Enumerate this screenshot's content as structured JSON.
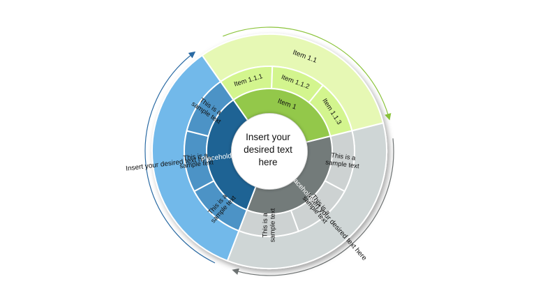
{
  "center": {
    "lines": [
      "Insert your",
      "desired text",
      "here"
    ]
  },
  "rings": {
    "outer": [
      {
        "label": "Item 1.1",
        "color": "#e6f8b4"
      },
      {
        "label": "Insert your desired text here",
        "color": "#cfd6d6"
      },
      {
        "label": "Insert your desired text here",
        "color": "#72b9ea"
      }
    ],
    "middle": [
      {
        "label": "Item 1.1.1",
        "color": "#d3f58e"
      },
      {
        "label": "Item 1.1.2",
        "color": "#d3f58e"
      },
      {
        "label": "Item 1.1.3",
        "color": "#d3f58e"
      },
      {
        "label": "This is a sample text",
        "color": "#cdd2d2"
      },
      {
        "label": "This is a sample text",
        "color": "#cdd2d2"
      },
      {
        "label": "This is a sample text",
        "color": "#cdd2d2"
      },
      {
        "label": "This is a sample text",
        "color": "#4c93c6"
      },
      {
        "label": "This is a sample text",
        "color": "#4c93c6"
      },
      {
        "label": "This is a sample text",
        "color": "#4c93c6"
      }
    ],
    "inner": [
      {
        "label": "Item 1",
        "color": "#93c84a"
      },
      {
        "label": "Placeholder",
        "color": "#737b7a"
      },
      {
        "label": "Placeholder",
        "color": "#1e6394"
      }
    ]
  },
  "arrows": {
    "green": "#8cc43c",
    "gray": "#6f7474",
    "blue": "#2a6aa3"
  }
}
